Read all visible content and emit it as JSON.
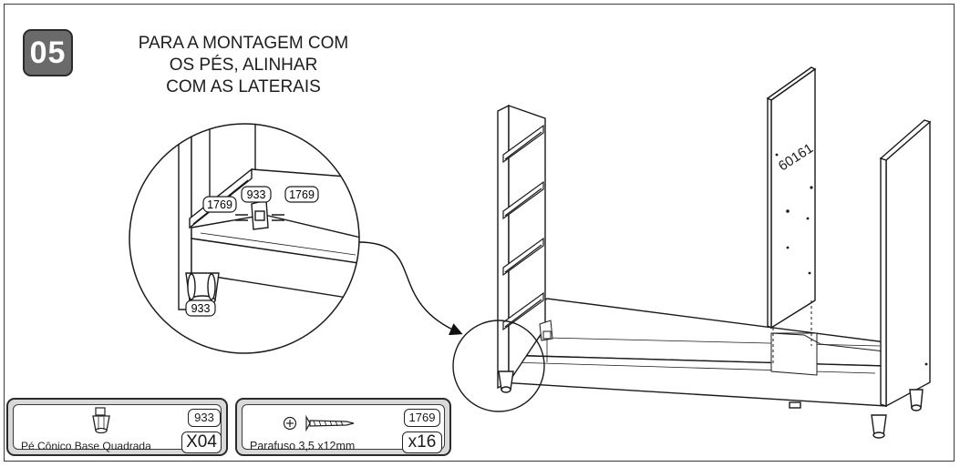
{
  "step": {
    "number": "05"
  },
  "instruction": {
    "lines": [
      "PARA A MONTAGEM COM",
      "OS PÉS, ALINHAR",
      "COM AS LATERAIS"
    ]
  },
  "detail": {
    "labels": {
      "screw_left": "1769",
      "foot_top": "933",
      "screw_right": "1769",
      "foot_bottom": "933"
    }
  },
  "panel_label": "60161",
  "parts": [
    {
      "name": "Pé Cônico Base Quadrada",
      "code": "933",
      "quantity": "X04",
      "icon": "conical-foot-icon"
    },
    {
      "name": "Parafuso 3,5 x12mm",
      "code": "1769",
      "quantity": "x16",
      "icon": "screw-icon"
    }
  ],
  "colors": {
    "badge": "#6a6a6a",
    "line": "#1a1a1a",
    "card": "#d9d9d9"
  }
}
